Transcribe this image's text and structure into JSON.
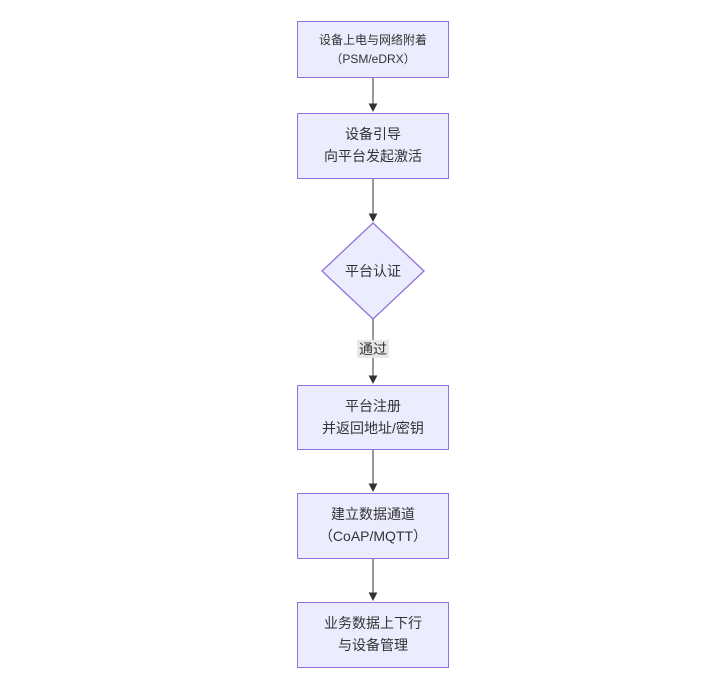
{
  "flowchart": {
    "nodes": {
      "power_attach": {
        "line1": "设备上电与网络附着",
        "line2": "（PSM/eDRX）"
      },
      "bootstrap": {
        "line1": "设备引导",
        "line2": "向平台发起激活"
      },
      "platform_auth": {
        "label": "平台认证"
      },
      "platform_register": {
        "line1": "平台注册",
        "line2": "并返回地址/密钥"
      },
      "data_channel": {
        "line1": "建立数据通道",
        "line2": "（CoAP/MQTT）"
      },
      "business_data": {
        "line1": "业务数据上下行",
        "line2": "与设备管理"
      }
    },
    "edge_labels": {
      "auth_pass": "通过"
    },
    "colors": {
      "background": "#ffffff",
      "node_fill": "#ECECFF",
      "node_border": "#9370DB",
      "text": "#333333",
      "edge": "#333333",
      "edge_label_bg": "#e8e8e8"
    }
  }
}
